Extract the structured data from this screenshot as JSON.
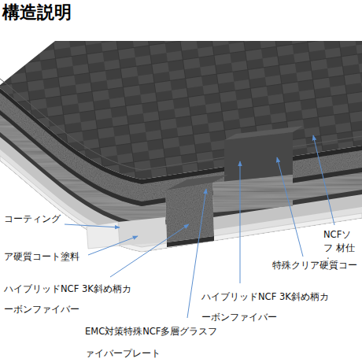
{
  "diagram": {
    "title": "構造説明",
    "labels": [
      "コーティング",
      "ア硬質コート塗料",
      "ハイブリッドNCF 3K斜め柄カ ーボンファイバー",
      "ハイブリッドNCF 3K斜め柄カ ーボンファイバー",
      "EMC対策特殊NCF多層グラスフ ァイバープレート",
      "NCFソフ 材仕上",
      "特殊クリア硬質コー"
    ]
  }
}
